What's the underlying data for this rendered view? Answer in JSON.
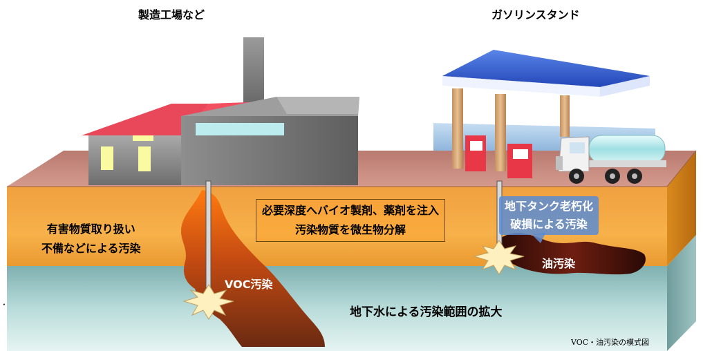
{
  "titles": {
    "factory": "製造工場など",
    "gas_station": "ガソリンスタンド"
  },
  "labels": {
    "hazard_line1": "有害物質取り扱い",
    "hazard_line2": "不備などによる汚染",
    "bio_line1": "必要深度へバイオ製剤、薬剤を注入",
    "bio_line2": "汚染物質を微生物分解",
    "tank_line1": "地下タンク老朽化",
    "tank_line2": "破損による汚染",
    "voc": "VOC汚染",
    "oil": "油汚染",
    "groundwater": "地下水による汚染範囲の拡大"
  },
  "caption": "VOC・油汚染の模式図",
  "colors": {
    "surface": "#c98a82",
    "soil_top": "#f5a437",
    "soil_mid": "#e07e12",
    "groundwater": "#9fc9c6",
    "canopy": "#2e5fd4",
    "factory_roof": "#e8485a",
    "voc_plume": "#7a2810",
    "oil_plume": "#3a0f08"
  }
}
